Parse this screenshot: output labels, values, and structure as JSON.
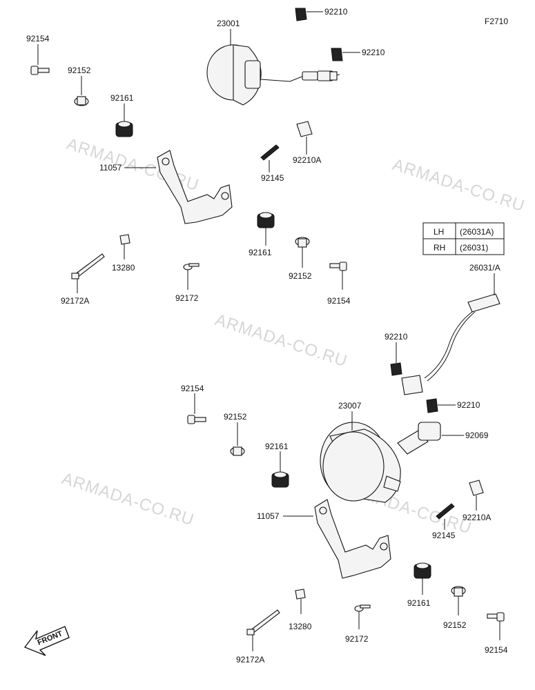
{
  "figure_code": "F2710",
  "watermark": "ARMADA-CO.RU",
  "front_arrow_label": "FRONT",
  "variant_table": [
    {
      "side": "LH",
      "part": "(26031A)"
    },
    {
      "side": "RH",
      "part": "(26031)"
    }
  ],
  "labels": {
    "p23001": "23001",
    "p92210_a": "92210",
    "p92210_b": "92210",
    "p92154_a": "92154",
    "p92152_a": "92152",
    "p92161_a": "92161",
    "p92210A_a": "92210A",
    "p11057_a": "11057",
    "p92145_a": "92145",
    "p92161_b": "92161",
    "p13280_a": "13280",
    "p92152_b": "92152",
    "p92154_b": "92154",
    "p92172_a": "92172",
    "p92172A_a": "92172A",
    "p26031": "26031/A",
    "p92210_c": "92210",
    "p92154_c": "92154",
    "p92152_c": "92152",
    "p23007": "23007",
    "p92210_d": "92210",
    "p92069": "92069",
    "p92161_c": "92161",
    "p92210A_b": "92210A",
    "p11057_b": "11057",
    "p92145_b": "92145",
    "p92161_d": "92161",
    "p13280_b": "13280",
    "p92172_b": "92172",
    "p92152_d": "92152",
    "p92172A_b": "92172A",
    "p92154_d": "92154"
  }
}
